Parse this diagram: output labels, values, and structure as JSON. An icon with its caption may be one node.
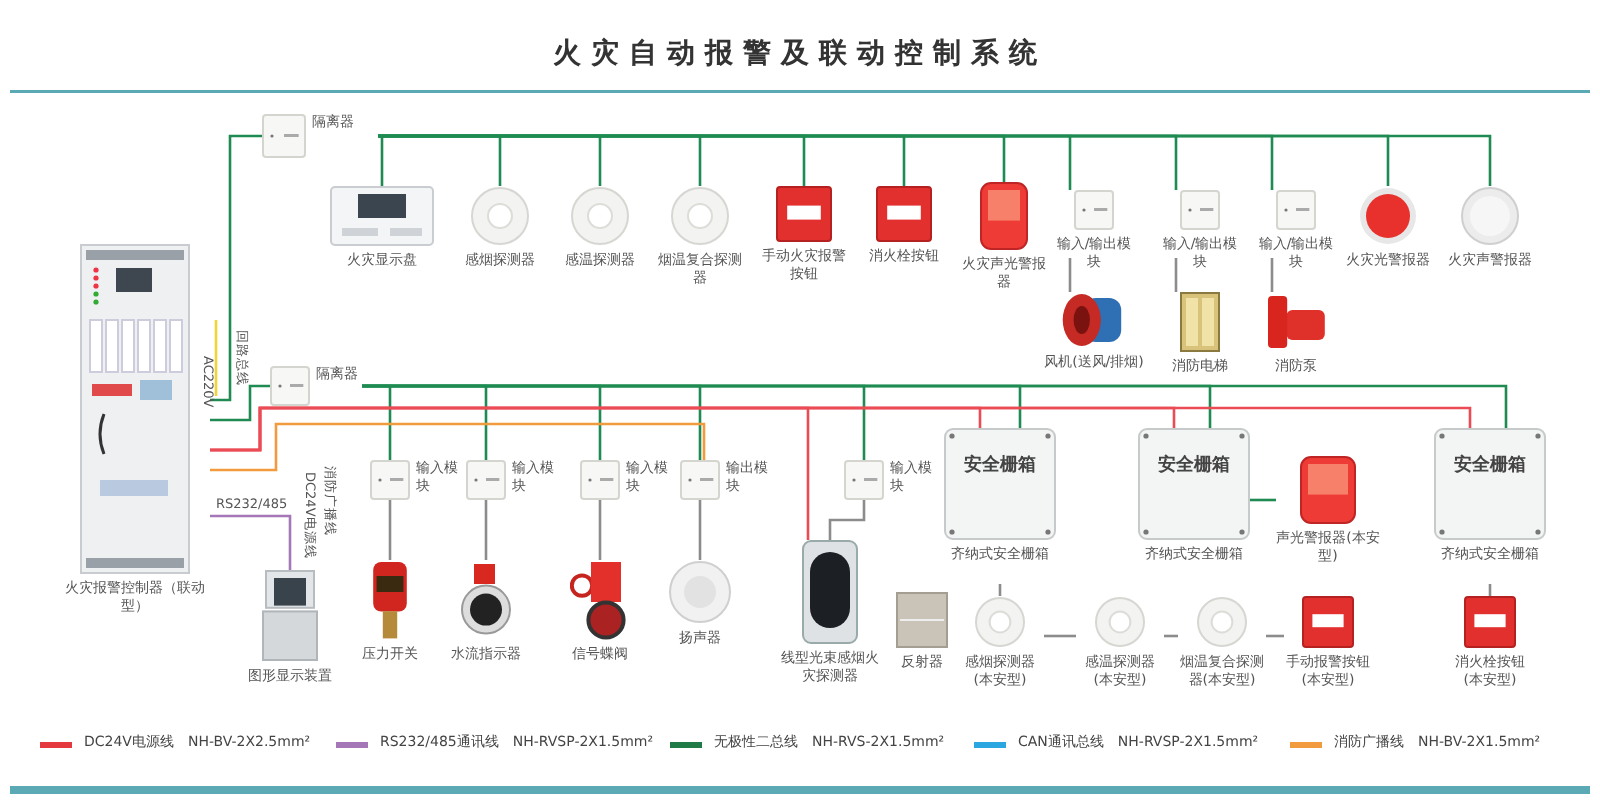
{
  "diagram": {
    "title": "火灾自动报警及联动控制系统",
    "nodes": [
      {
        "text": [
          "火灾报警控制器（联动型）"
        ]
      },
      {
        "text": [
          "隔离器"
        ]
      },
      {
        "text": [
          "火灾显示盘"
        ]
      },
      {
        "text": [
          "感烟探测器"
        ]
      },
      {
        "text": [
          "感温探测器"
        ]
      },
      {
        "text": [
          "烟温复合探测器"
        ]
      },
      {
        "text": [
          "手动火灾报警按钮"
        ]
      },
      {
        "text": [
          "消火栓按钮"
        ]
      },
      {
        "text": [
          "火灾声光警报器"
        ]
      },
      {
        "text": [
          "输入/输出模块"
        ]
      },
      {
        "text": [
          "输入/输出模块"
        ]
      },
      {
        "text": [
          "输入/输出模块"
        ]
      },
      {
        "text": [
          "火灾光警报器"
        ]
      },
      {
        "text": [
          "火灾声警报器"
        ]
      },
      {
        "text": [
          "风机(送风/排烟)"
        ]
      },
      {
        "text": [
          "消防电梯"
        ]
      },
      {
        "text": [
          "消防泵"
        ]
      },
      {
        "text": [
          "隔离器"
        ]
      },
      {
        "text": [
          "图形显示装置"
        ]
      },
      {
        "text": [
          "输入模块"
        ]
      },
      {
        "text": [
          "输入模块"
        ]
      },
      {
        "text": [
          "输入模块"
        ]
      },
      {
        "text": [
          "输出模块"
        ]
      },
      {
        "text": [
          "压力开关"
        ]
      },
      {
        "text": [
          "水流指示器"
        ]
      },
      {
        "text": [
          "信号蝶阀"
        ]
      },
      {
        "text": [
          "扬声器"
        ]
      },
      {
        "text": [
          "输入模块"
        ]
      },
      {
        "text": [
          "线型光束感烟火灾探测器"
        ]
      },
      {
        "text": [
          "反射器"
        ]
      },
      {
        "text": [
          "安全栅箱",
          "齐纳式安全栅箱"
        ]
      },
      {
        "text": [
          "安全栅箱",
          "齐纳式安全栅箱"
        ]
      },
      {
        "text": [
          "声光警报器(本安型)"
        ]
      },
      {
        "text": [
          "安全栅箱",
          "齐纳式安全栅箱"
        ]
      },
      {
        "text": [
          "感烟探测器(本安型)"
        ]
      },
      {
        "text": [
          "感温探测器(本安型)"
        ]
      },
      {
        "text": [
          "烟温复合探测器(本安型)"
        ]
      },
      {
        "text": [
          "手动报警按钮(本安型)"
        ]
      },
      {
        "text": [
          "消火栓按钮(本安型)"
        ]
      }
    ],
    "edges": [
      {
        "from": 0,
        "to": 1,
        "arrow": "none"
      },
      {
        "from": 1,
        "to": 2,
        "arrow": "none"
      },
      {
        "from": 1,
        "to": 3,
        "arrow": "none"
      },
      {
        "from": 1,
        "to": 4,
        "arrow": "none"
      },
      {
        "from": 1,
        "to": 5,
        "arrow": "none"
      },
      {
        "from": 1,
        "to": 6,
        "arrow": "none"
      },
      {
        "from": 1,
        "to": 7,
        "arrow": "none"
      },
      {
        "from": 1,
        "to": 8,
        "arrow": "none"
      },
      {
        "from": 1,
        "to": 9,
        "arrow": "none"
      },
      {
        "from": 1,
        "to": 10,
        "arrow": "none"
      },
      {
        "from": 1,
        "to": 11,
        "arrow": "none"
      },
      {
        "from": 1,
        "to": 12,
        "arrow": "none"
      },
      {
        "from": 1,
        "to": 13,
        "arrow": "none"
      },
      {
        "from": 9,
        "to": 14,
        "arrow": "none",
        "color": "#8c8c8c"
      },
      {
        "from": 10,
        "to": 15,
        "arrow": "none",
        "color": "#8c8c8c"
      },
      {
        "from": 11,
        "to": 16,
        "arrow": "none",
        "color": "#8c8c8c"
      },
      {
        "from": 0,
        "to": 17,
        "arrow": "none"
      },
      {
        "from": 17,
        "to": 19,
        "arrow": "none"
      },
      {
        "from": 17,
        "to": 20,
        "arrow": "none"
      },
      {
        "from": 17,
        "to": 21,
        "arrow": "none"
      },
      {
        "from": 17,
        "to": 22,
        "arrow": "none"
      },
      {
        "from": 17,
        "to": 27,
        "arrow": "none"
      },
      {
        "from": 17,
        "to": 30,
        "arrow": "none"
      },
      {
        "from": 17,
        "to": 31,
        "arrow": "none"
      },
      {
        "from": 17,
        "to": 33,
        "arrow": "none"
      },
      {
        "from": 19,
        "to": 23,
        "arrow": "none",
        "color": "#8c8c8c"
      },
      {
        "from": 20,
        "to": 24,
        "arrow": "none",
        "color": "#8c8c8c"
      },
      {
        "from": 21,
        "to": 25,
        "arrow": "none",
        "color": "#8c8c8c"
      },
      {
        "from": 22,
        "to": 26,
        "arrow": "none",
        "color": "#8c8c8c"
      },
      {
        "from": 27,
        "to": 28,
        "arrow": "none",
        "color": "#8c8c8c"
      },
      {
        "from": 31,
        "to": 32,
        "arrow": "none"
      },
      {
        "from": 30,
        "to": 34,
        "arrow": "none",
        "color": "#8c8c8c"
      },
      {
        "from": 34,
        "to": 35,
        "arrow": "none",
        "color": "#8c8c8c"
      },
      {
        "from": 35,
        "to": 36,
        "arrow": "none",
        "color": "#8c8c8c"
      },
      {
        "from": 36,
        "to": 37,
        "arrow": "none",
        "color": "#8c8c8c"
      },
      {
        "from": 33,
        "to": 38,
        "arrow": "none",
        "color": "#8c8c8c"
      },
      {
        "from": 0,
        "to": 18,
        "arrow": "none",
        "color": "#a577b8"
      },
      {
        "from": 0,
        "to": 22,
        "arrow": "none",
        "color": "#f29a3e"
      },
      {
        "from": 0,
        "to": 28,
        "arrow": "none",
        "color": "#ea4b55"
      },
      {
        "from": 0,
        "to": 30,
        "arrow": "none",
        "color": "#ea4b55"
      },
      {
        "from": 0,
        "to": 31,
        "arrow": "none",
        "color": "#ea4b55"
      },
      {
        "from": 0,
        "to": 33,
        "arrow": "none",
        "color": "#ea4b55"
      }
    ],
    "labels": [
      "AC220V",
      "回路总线",
      "DC24V电源线",
      "消防广播线",
      "RS232/485"
    ],
    "legend": [
      {
        "text": "DC24V电源线　NH-BV-2X2.5mm²",
        "color": "#e53940"
      },
      {
        "text": "RS232/485通讯线　NH-RVSP-2X1.5mm²",
        "color": "#a577b8"
      },
      {
        "text": "无极性二总线　NH-RVS-2X1.5mm²",
        "color": "#1f7a45"
      },
      {
        "text": "CAN通讯总线　NH-RVSP-2X1.5mm²",
        "color": "#2aa7e0"
      },
      {
        "text": "消防广播线　NH-BV-2X1.5mm²",
        "color": "#f29a3e"
      }
    ]
  }
}
